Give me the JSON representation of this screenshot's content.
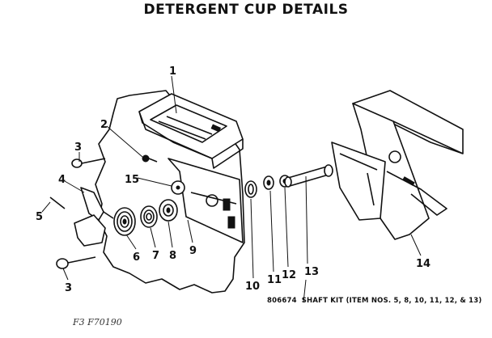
{
  "title": "DETERGENT CUP DETAILS",
  "callouts": [
    "1",
    "2",
    "3",
    "4",
    "5",
    "15",
    "6",
    "7",
    "8",
    "9",
    "10",
    "11",
    "12",
    "13",
    "14",
    "3"
  ],
  "shaft_kit": {
    "part_number": "806674",
    "description": "SHAFT KIT (ITEM NOS. 5, 8, 10, 11, 12, & 13)"
  },
  "margin_note": "F3   F70190"
}
